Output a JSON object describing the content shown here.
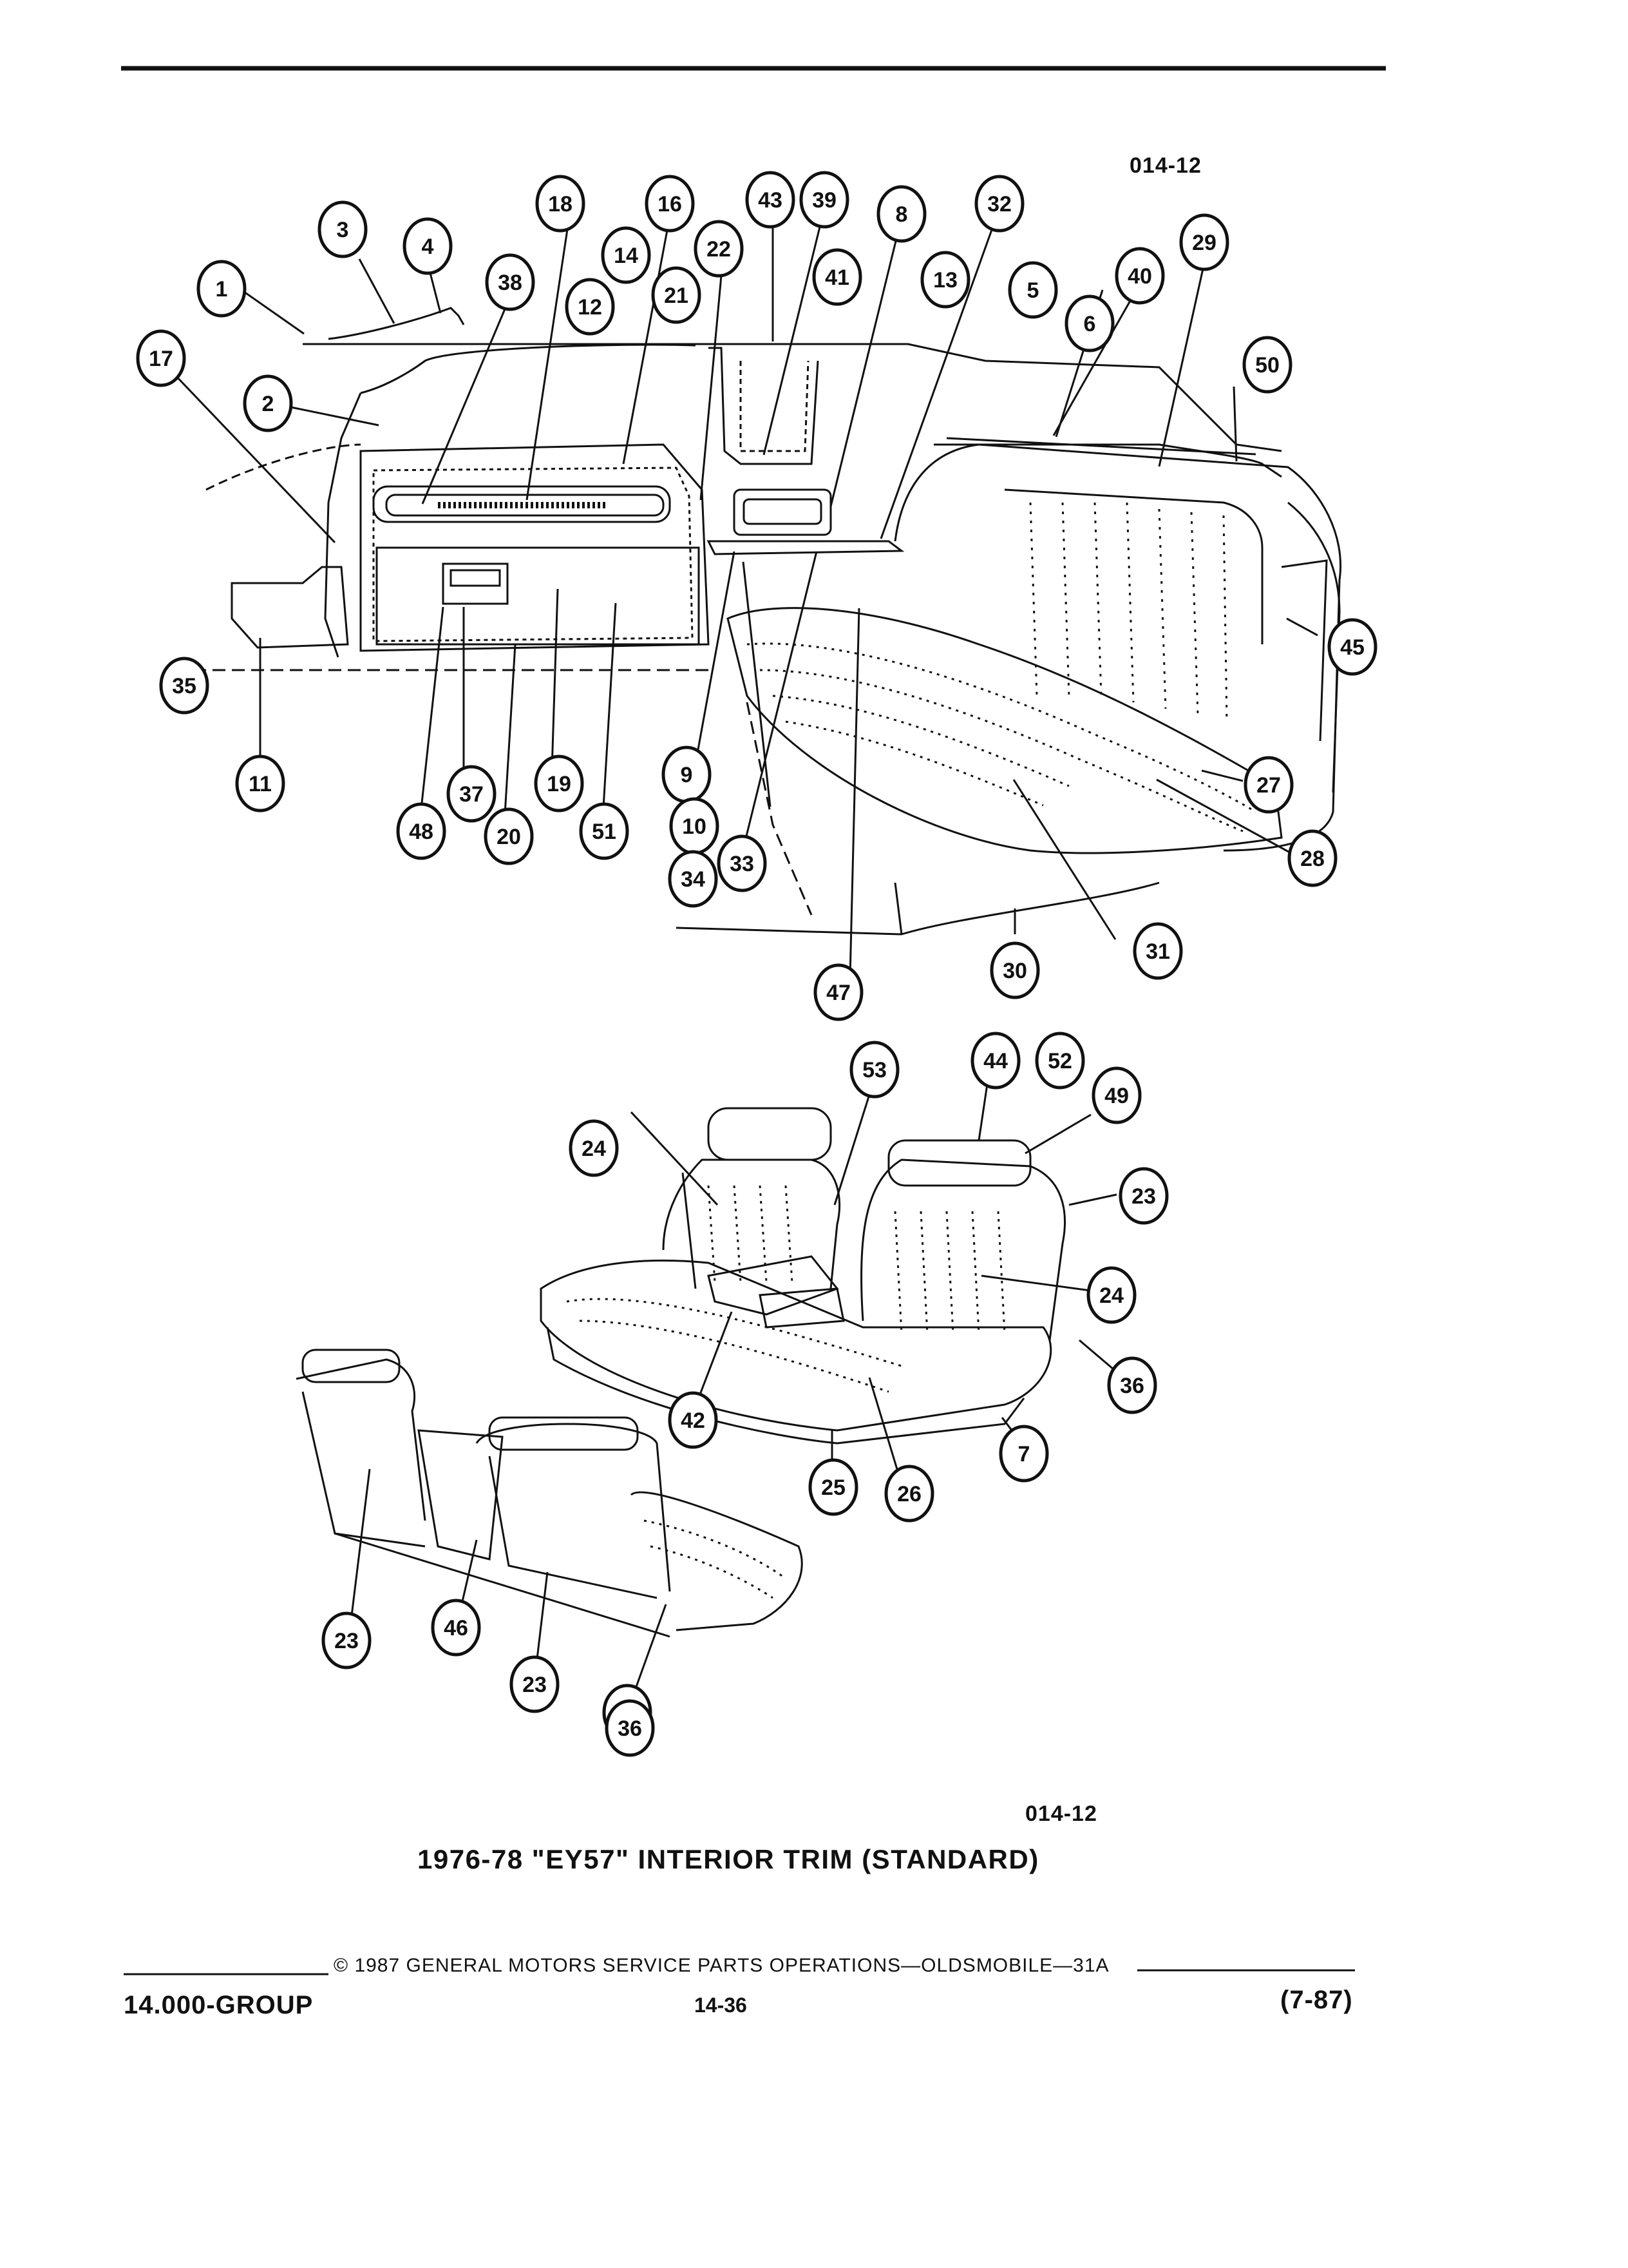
{
  "figure_code_top": "014-12",
  "figure_code_bottom": "014-12",
  "figure_title": "1976-78 \"EY57\" INTERIOR TRIM (STANDARD)",
  "footer": {
    "copyright": "© 1987 GENERAL MOTORS SERVICE PARTS OPERATIONS—OLDSMOBILE—31A",
    "group": "14.000-GROUP",
    "page_number": "14-36",
    "revision_date": "(7-87)"
  },
  "callouts": [
    "1",
    "2",
    "3",
    "4",
    "5",
    "6",
    "7",
    "8",
    "9",
    "10",
    "11",
    "12",
    "13",
    "14",
    "16",
    "17",
    "18",
    "19",
    "20",
    "21",
    "22",
    "23",
    "23",
    "23",
    "23",
    "24",
    "24",
    "25",
    "26",
    "27",
    "28",
    "29",
    "30",
    "31",
    "32",
    "33",
    "34",
    "35",
    "36",
    "36",
    "37",
    "38",
    "39",
    "40",
    "41",
    "42",
    "43",
    "44",
    "45",
    "46",
    "47",
    "48",
    "49",
    "50",
    "51",
    "52",
    "53"
  ]
}
